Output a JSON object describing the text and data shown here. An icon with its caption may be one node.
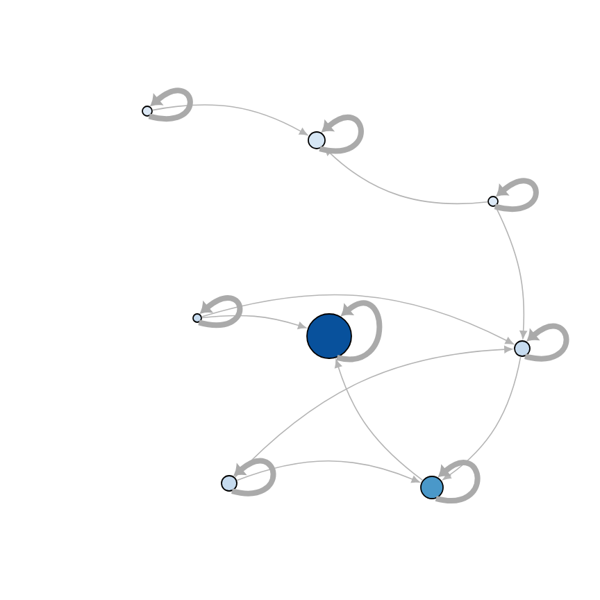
{
  "diagram": {
    "nodes": [
      {
        "text": [],
        "shape": "circle"
      },
      {
        "text": [],
        "shape": "circle"
      },
      {
        "text": [],
        "shape": "circle"
      },
      {
        "text": [],
        "shape": "circle"
      },
      {
        "text": [],
        "shape": "circle"
      },
      {
        "text": [],
        "shape": "circle"
      },
      {
        "text": [],
        "shape": "circle"
      },
      {
        "text": [],
        "shape": "circle"
      }
    ],
    "edges": [
      {
        "from": 0,
        "to": 1,
        "arrow": "to"
      },
      {
        "from": 2,
        "to": 1,
        "arrow": "to"
      },
      {
        "from": 2,
        "to": 5,
        "arrow": "to"
      },
      {
        "from": 3,
        "to": 4,
        "arrow": "to"
      },
      {
        "from": 3,
        "to": 5,
        "arrow": "to"
      },
      {
        "from": 6,
        "to": 5,
        "arrow": "to"
      },
      {
        "from": 6,
        "to": 7,
        "arrow": "to"
      },
      {
        "from": 5,
        "to": 7,
        "arrow": "to"
      },
      {
        "from": 7,
        "to": 4,
        "arrow": "to"
      },
      {
        "from": 0,
        "to": 0,
        "arrow": "to",
        "style": "thick"
      },
      {
        "from": 1,
        "to": 1,
        "arrow": "to",
        "style": "thick"
      },
      {
        "from": 2,
        "to": 2,
        "arrow": "to",
        "style": "thick"
      },
      {
        "from": 3,
        "to": 3,
        "arrow": "to",
        "style": "thick"
      },
      {
        "from": 4,
        "to": 4,
        "arrow": "to",
        "style": "thick"
      },
      {
        "from": 5,
        "to": 5,
        "arrow": "to",
        "style": "thick"
      },
      {
        "from": 6,
        "to": 6,
        "arrow": "to",
        "style": "thick"
      },
      {
        "from": 7,
        "to": 7,
        "arrow": "to",
        "style": "thick"
      }
    ]
  }
}
